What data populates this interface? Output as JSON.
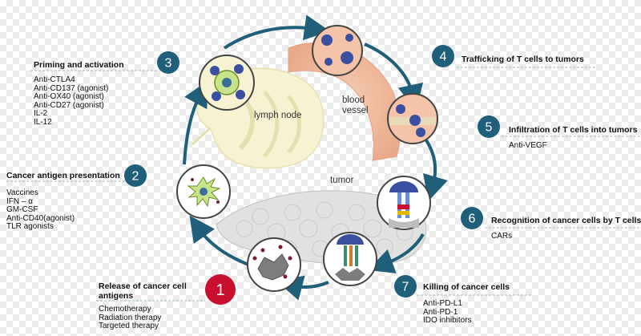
{
  "diagram": {
    "accent_color": "#1f5f7a",
    "highlight_color": "#c8102e",
    "cycle_arrow_color": "#1f5f7a"
  },
  "labels": {
    "lymph_node": "lymph node",
    "blood_vessel": "blood vessel",
    "tumor": "tumor"
  },
  "steps": [
    {
      "number": "1",
      "title": "Release of cancer cell antigens",
      "drugs": [
        "Chemotherapy",
        "Radiation therapy",
        "Targeted therapy"
      ]
    },
    {
      "number": "2",
      "title": "Cancer antigen presentation",
      "drugs": [
        "Vaccines",
        "IFN – α",
        "GM-CSF",
        "Anti-CD40(agonist)",
        "TLR agonists"
      ]
    },
    {
      "number": "3",
      "title": "Priming and activation",
      "drugs": [
        "Anti-CTLA4",
        "Anti-CD137 (agonist)",
        "Anti-OX40 (agonist)",
        "Anti-CD27 (agonist)",
        "IL-2",
        "IL-12"
      ]
    },
    {
      "number": "4",
      "title": "Trafficking of T cells to tumors",
      "drugs": []
    },
    {
      "number": "5",
      "title": "Infiltration of T cells into tumors",
      "drugs": [
        "Anti-VEGF"
      ]
    },
    {
      "number": "6",
      "title": "Recognition of cancer cells by T cells",
      "drugs": [
        "CARs"
      ]
    },
    {
      "number": "7",
      "title": "Killing of cancer cells",
      "drugs": [
        "Anti-PD-L1",
        "Anti-PD-1",
        "IDO inhibitors"
      ]
    }
  ]
}
